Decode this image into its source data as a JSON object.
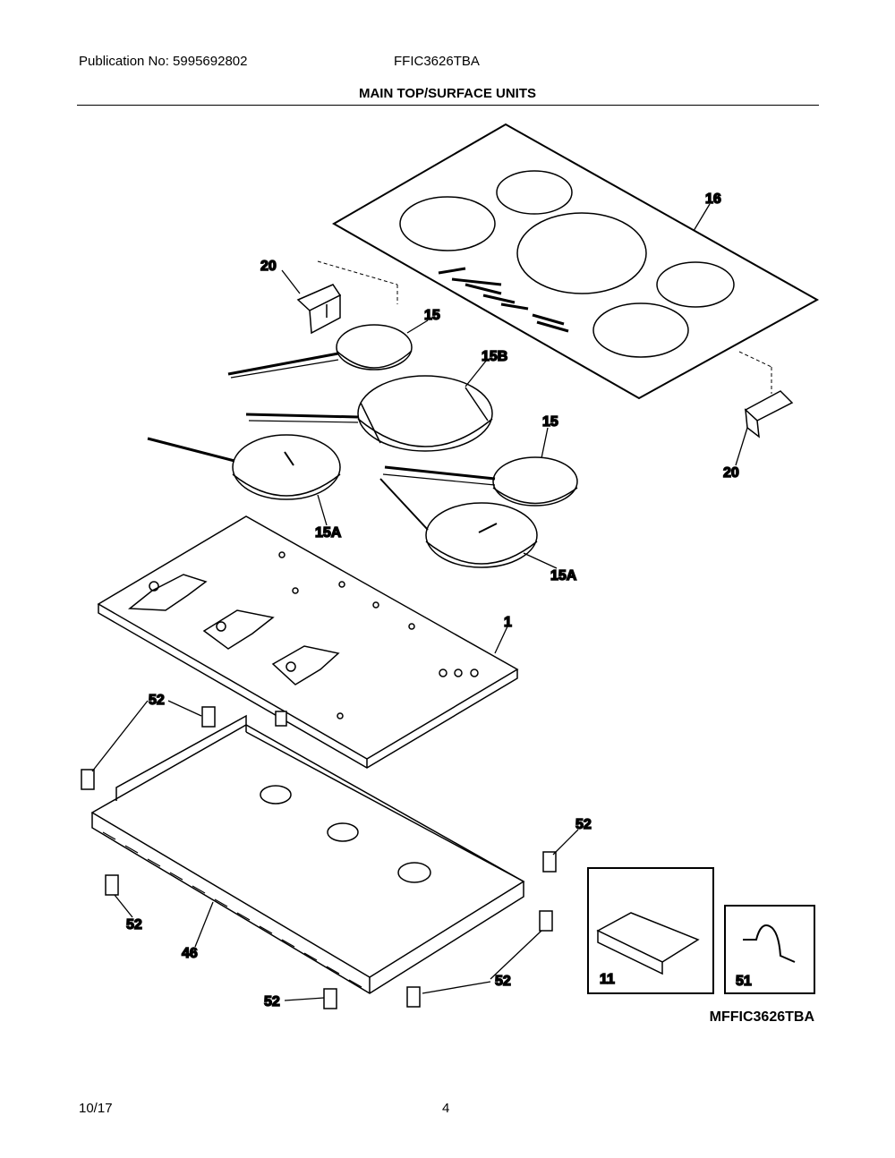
{
  "header": {
    "publication": "Publication No: 5995692802",
    "model": "FFIC3626TBA",
    "section_title": "MAIN TOP/SURFACE UNITS"
  },
  "callouts": {
    "c16": "16",
    "c20a": "20",
    "c20b": "20",
    "c15a": "15",
    "c15b": "15",
    "c15B": "15B",
    "c15A1": "15A",
    "c15A2": "15A",
    "c1": "1",
    "c52a": "52",
    "c52b": "52",
    "c52c": "52",
    "c52d": "52",
    "c52e": "52",
    "c46": "46",
    "c11": "11",
    "c51": "51"
  },
  "footer": {
    "diagram_code": "MFFIC3626TBA",
    "date": "10/17",
    "page": "4"
  }
}
